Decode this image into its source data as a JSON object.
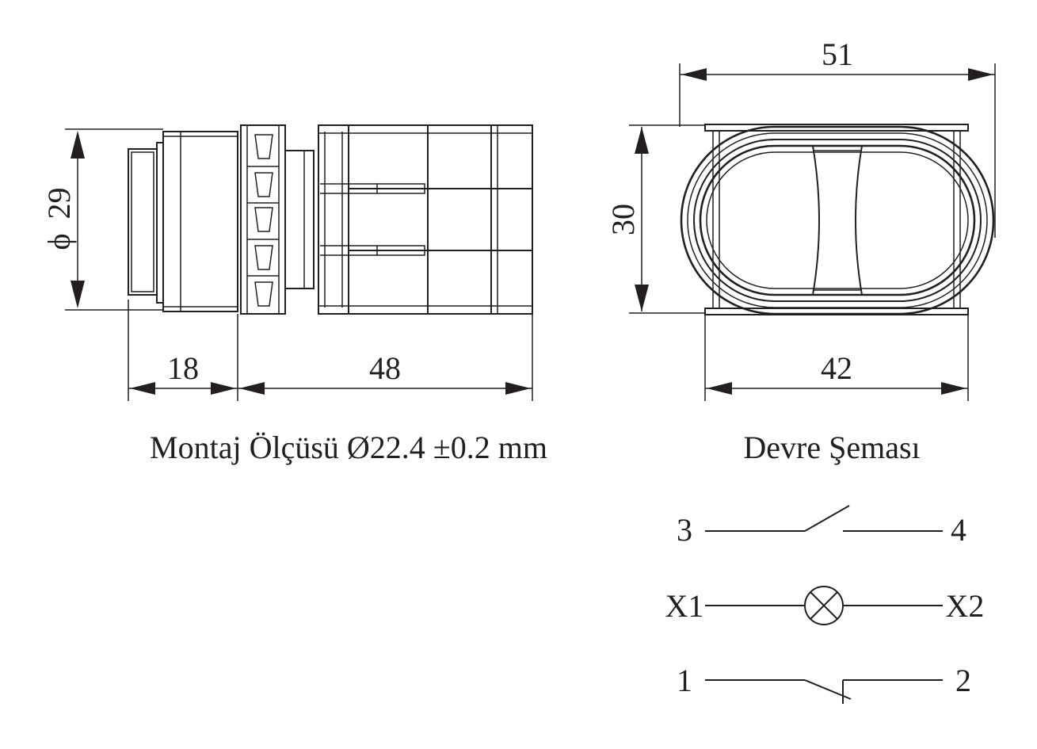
{
  "dimensions": {
    "diameter_symbol": "ϕ",
    "diameter": "29",
    "head_length": "18",
    "body_length": "48",
    "width": "51",
    "height": "30",
    "inner_width": "42"
  },
  "captions": {
    "mounting": "Montaj Ölçüsü Ø22.4 ±0.2 mm",
    "circuit": "Devre Şeması"
  },
  "circuit": {
    "no_contact": {
      "left": "3",
      "right": "4"
    },
    "lamp": {
      "left": "X1",
      "right": "X2"
    },
    "nc_contact": {
      "left": "1",
      "right": "2"
    }
  },
  "colors": {
    "ink": "#231f20",
    "background": "#ffffff"
  }
}
